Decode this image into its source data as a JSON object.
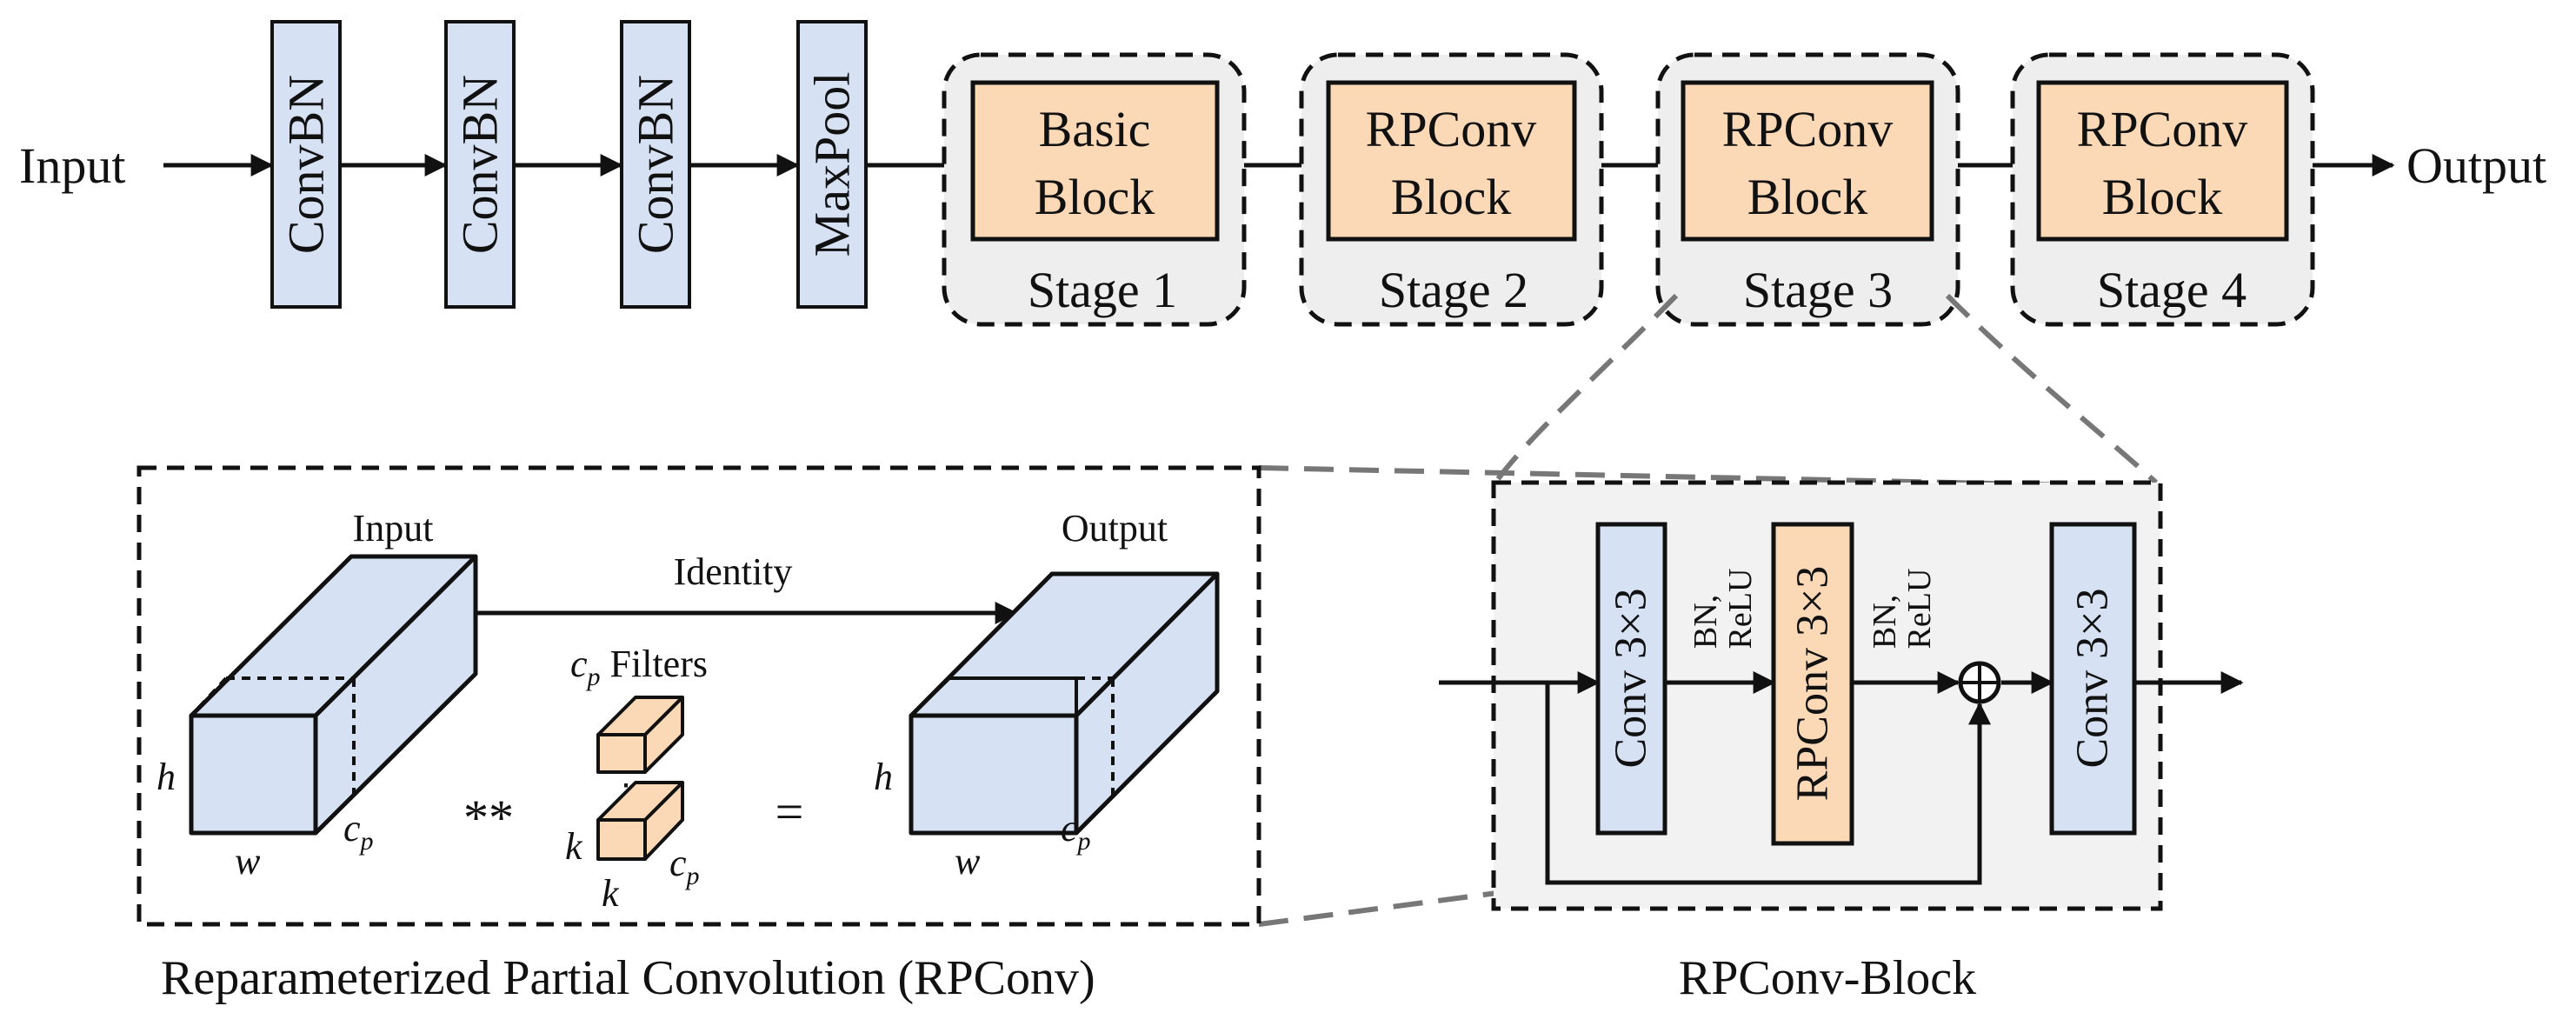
{
  "colors": {
    "blue_fill": "#d6e2f4",
    "orange_fill": "#fbd8b6",
    "stage_fill": "#eeeeee",
    "panel_fill": "#f2f2f2",
    "stroke": "#111111",
    "zoom_line": "#777777"
  },
  "backbone": {
    "input_label": "Input",
    "output_label": "Output",
    "layers": [
      "ConvBN",
      "ConvBN",
      "ConvBN",
      "MaxPool"
    ],
    "stages": [
      {
        "block": [
          "Basic",
          "Block"
        ],
        "label": "Stage 1"
      },
      {
        "block": [
          "RPConv",
          "Block"
        ],
        "label": "Stage 2"
      },
      {
        "block": [
          "RPConv",
          "Block"
        ],
        "label": "Stage 3"
      },
      {
        "block": [
          "RPConv",
          "Block"
        ],
        "label": "Stage 4"
      }
    ]
  },
  "rpconv": {
    "input_label": "Input",
    "output_label": "Output",
    "identity_label": "Identity",
    "filters_sym": "c",
    "filters_sub": "p",
    "filters_word": " Filters",
    "h": "h",
    "w": "w",
    "cp_sym": "c",
    "cp_sub": "p",
    "k": "k",
    "conv_op": "**",
    "equals": "=",
    "caption": "Reparameterized Partial Convolution (RPConv)"
  },
  "block": {
    "conv1": "Conv 3×3",
    "rpconv": "RPConv 3×3",
    "conv2": "Conv 3×3",
    "act1": [
      "BN,",
      "ReLU"
    ],
    "act2": [
      "BN,",
      "ReLU"
    ],
    "add_symbol": "⊕",
    "caption": "RPConv-Block"
  }
}
